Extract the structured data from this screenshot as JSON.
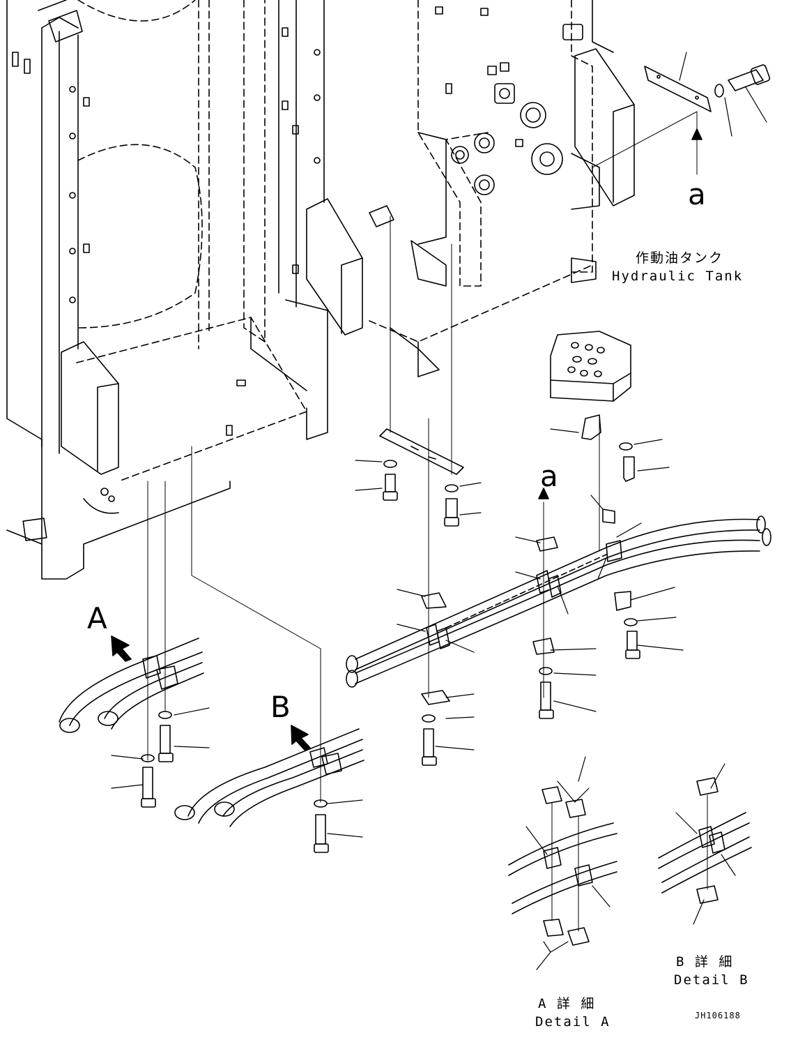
{
  "tank_label": {
    "jp": "作動油タンク",
    "en": "Hydraulic Tank"
  },
  "callouts": {
    "a_top": "a",
    "a_mid": "a",
    "view_a": "A",
    "view_b": "B"
  },
  "detail_a": {
    "jp": "A 詳 細",
    "en": "Detail A"
  },
  "detail_b": {
    "jp": "B 詳 細",
    "en": "Detail B"
  },
  "drawing_code": "JH106188",
  "colors": {
    "line": "#000000",
    "background": "#ffffff"
  }
}
